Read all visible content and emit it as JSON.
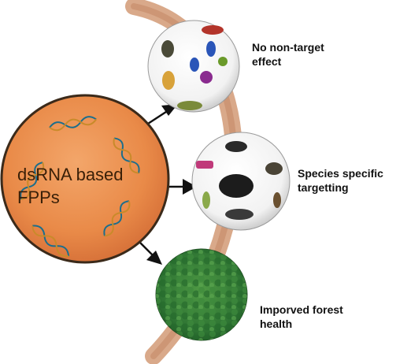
{
  "center": {
    "title_line1": "dsRNA based",
    "title_line2": "FPPs",
    "fill_color": "#e98a48",
    "border_color": "#3b2a1a"
  },
  "benefits": [
    {
      "line1": "No non-target",
      "line2": "effect",
      "image": "insects-and-microbes"
    },
    {
      "line1": "Species specific",
      "line2": "targetting",
      "image": "beetles"
    },
    {
      "line1": "Imporved forest",
      "line2": "health",
      "image": "forest-canopy"
    }
  ],
  "colors": {
    "arc": "#c89070",
    "arrow": "#111111",
    "forest": "#2f7a36"
  }
}
